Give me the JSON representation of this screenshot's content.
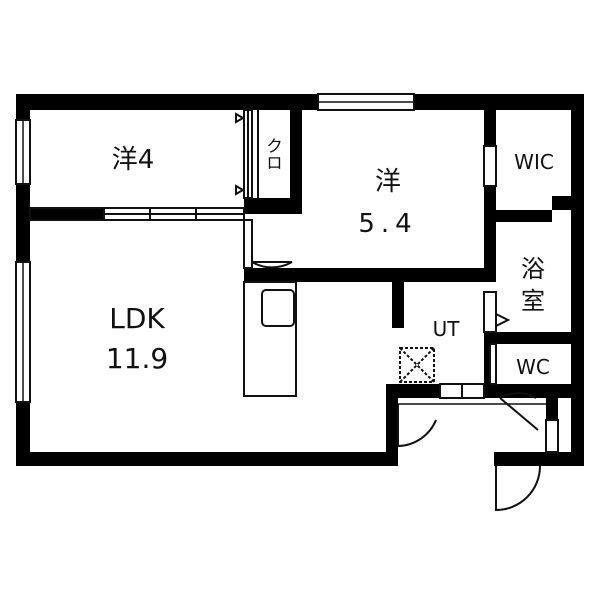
{
  "rooms": {
    "western_small": {
      "name": "洋4"
    },
    "closet": {
      "name": "クロ"
    },
    "western_main": {
      "name": "洋",
      "size": "5.4"
    },
    "wic": {
      "name": "WIC"
    },
    "bath": {
      "name_top": "浴",
      "name_bottom": "室"
    },
    "ldk": {
      "name": "LDK",
      "size": "11.9"
    },
    "utility": {
      "name": "UT"
    },
    "toilet": {
      "name": "WC"
    }
  },
  "colors": {
    "wall": "#000000",
    "line": "#111111",
    "background": "#ffffff"
  }
}
